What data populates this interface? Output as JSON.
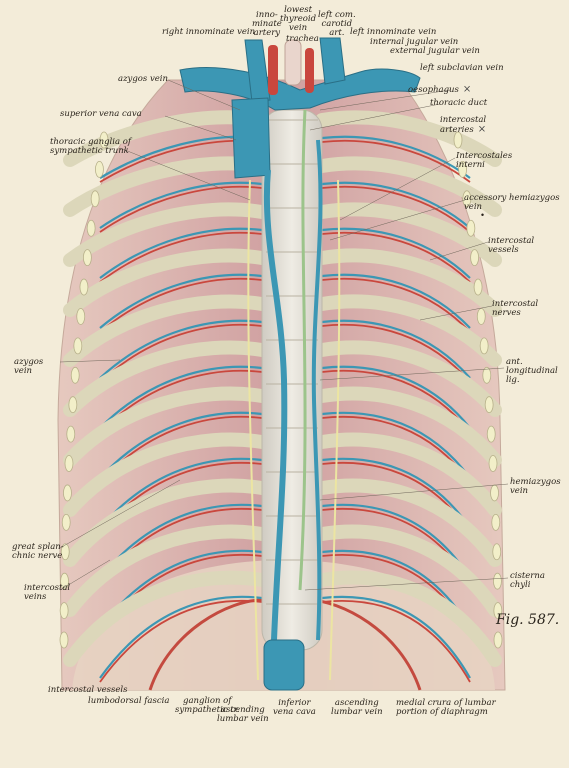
{
  "figure": {
    "number": "Fig. 587."
  },
  "markers": {
    "cross": "×",
    "dot": "•"
  },
  "colors": {
    "background": "#f3ecd9",
    "vein": "#3c97b4",
    "artery": "#c9473d",
    "rib": "#dcd7ba",
    "muscle": "#cf9f9f",
    "nerve": "#ede6a4",
    "duct": "#a6c98f"
  },
  "labels": {
    "innominate_artery": "inno-\nminate\nartery",
    "lowest_thyroid_vein": "lowest\nthyreoid\nvein",
    "left_com_carotid": "left com.\ncarotid\nart.",
    "trachea": "trachea",
    "right_innominate_vein": "right innominate vein",
    "left_innominate_vein": "left innominate vein",
    "internal_jugular_vein": "internal jugular vein",
    "external_jugular_vein": "external jugular vein",
    "left_subclavian_vein": "left subclavian vein",
    "azygos_vein_top": "azygos vein",
    "oesophagus": "oesophagus",
    "thoracic_duct": "thoracic duct",
    "superior_vena_cava": "superior vena cava",
    "intercostal_arteries": "intercostal\narteries",
    "thoracic_ganglia": "thoracic ganglia of\nsympathetic trunk",
    "intercostales_interni": "Intercostales\ninterni",
    "accessory_hemiazygos": "accessory hemiazygos\nvein",
    "intercostal_vessels_right": "intercostal\nvessels",
    "intercostal_nerves": "intercostal\nnerves",
    "azygos_vein_mid": "azygos\nvein",
    "ant_longitudinal_lig": "ant.\nlongitudinal\nlig.",
    "hemiazygos_vein": "hemiazygos\nvein",
    "great_splanchnic_nerve": "great splan-\nchnic nerve",
    "cisterna_chyli": "cisterna\nchyli",
    "intercostal_veins": "intercostal\nveins",
    "intercostal_vessels_bottom": "intercostal vessels",
    "lumbodorsal_fascia": "lumbodorsal fascia",
    "ganglion_sympathetic": "ganglion of\nsympathetic tr.",
    "ascending_lumbar_vein_left": "ascending\nlumbar vein",
    "inferior_vena_cava": "inferior\nvena cava",
    "ascending_lumbar_vein_right": "ascending\nlumbar vein",
    "medial_crura": "medial crura of lumbar\nportion of diaphragm"
  }
}
